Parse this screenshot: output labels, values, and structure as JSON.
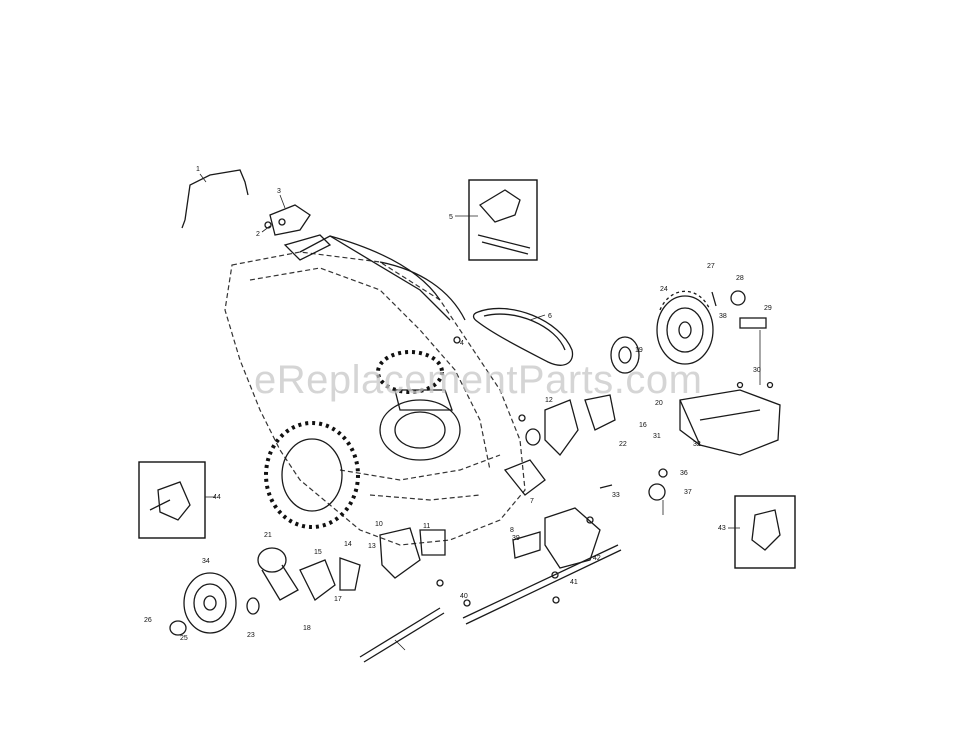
{
  "watermark": "eReplacementParts.com",
  "callouts": {
    "c1": "1",
    "c2": "2",
    "c3": "3",
    "c4": "4",
    "c5": "5",
    "c6": "6",
    "c7": "7",
    "c8": "8",
    "c10": "10",
    "c11": "11",
    "c12": "12",
    "c13": "13",
    "c14": "14",
    "c15": "15",
    "c16": "16",
    "c17": "17",
    "c18": "18",
    "c19": "19",
    "c20": "20",
    "c21": "21",
    "c22": "22",
    "c23": "23",
    "c24": "24",
    "c25": "25",
    "c26": "26",
    "c27": "27",
    "c28": "28",
    "c29": "29",
    "c30": "30",
    "c31": "31",
    "c32": "32",
    "c33": "33",
    "c34": "34",
    "c36": "36",
    "c37": "37",
    "c38": "38",
    "c39": "39",
    "c40": "40",
    "c41": "41",
    "c42": "42",
    "c43": "43",
    "c44": "44"
  }
}
